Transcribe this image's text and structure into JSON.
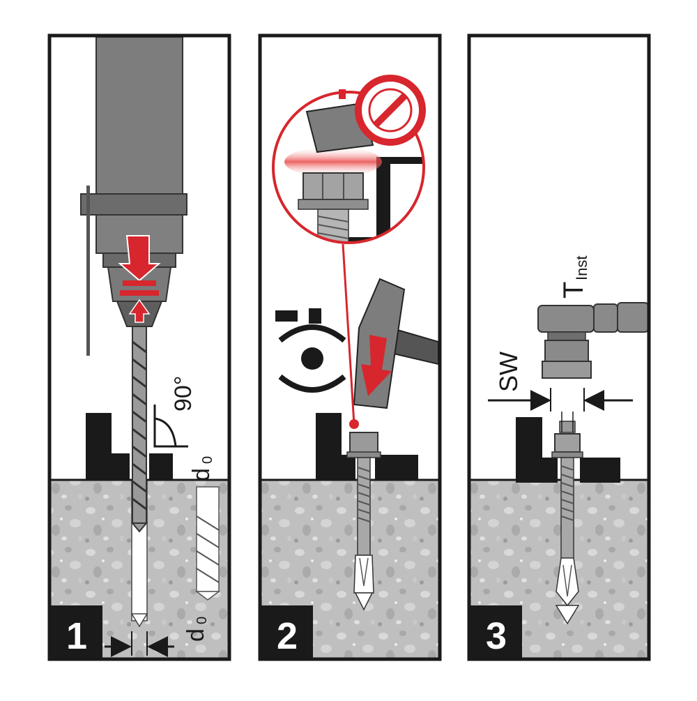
{
  "panels": [
    {
      "number": "1",
      "labels": {
        "angle": "90°",
        "diameter_main": "d",
        "diameter_sub": "0",
        "dim_main": "d",
        "dim_sub": "0"
      }
    },
    {
      "number": "2",
      "labels": {}
    },
    {
      "number": "3",
      "labels": {
        "wrench_size": "SW",
        "torque_main": "T",
        "torque_sub": "Inst"
      }
    }
  ],
  "colors": {
    "accent": "#d7262d",
    "frame": "#1a1a1a",
    "concrete": "#bdbdbd",
    "tool": "#7d7d7d"
  },
  "icons": [
    "drill-icon",
    "hammer-icon",
    "prohibition-icon",
    "eye-icon",
    "torque-wrench-icon"
  ]
}
